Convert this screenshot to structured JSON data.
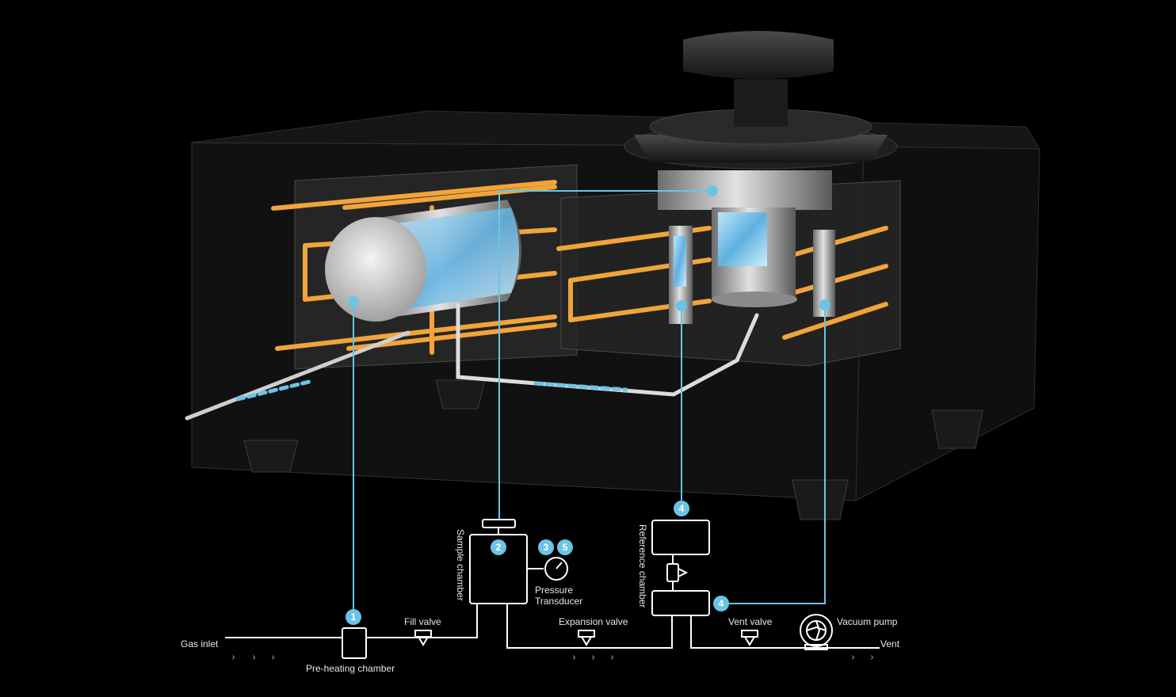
{
  "labels": {
    "gas_inlet": "Gas inlet",
    "preheating": "Pre-heating chamber",
    "fill_valve": "Fill valve",
    "sample_chamber": "Sample chamber",
    "pressure_line1": "Pressure",
    "pressure_line2": "Transducer",
    "expansion_valve": "Expansion valve",
    "reference_chamber": "Reference chamber",
    "vent_valve": "Vent valve",
    "vacuum_pump": "Vacuum pump",
    "vent": "Vent"
  },
  "markers": {
    "m1": "1",
    "m2": "2",
    "m3": "3",
    "m5": "5",
    "m4a": "4",
    "m4b": "4"
  },
  "flow_arrow": "›",
  "colors": {
    "background": "#000000",
    "marker": "#6cc3e6",
    "leader": "#6cc3e6",
    "pipe": "#ffffff",
    "heater": "#f0a43a",
    "housing": "#1e1e1e",
    "gas": "#8fd0f2"
  }
}
